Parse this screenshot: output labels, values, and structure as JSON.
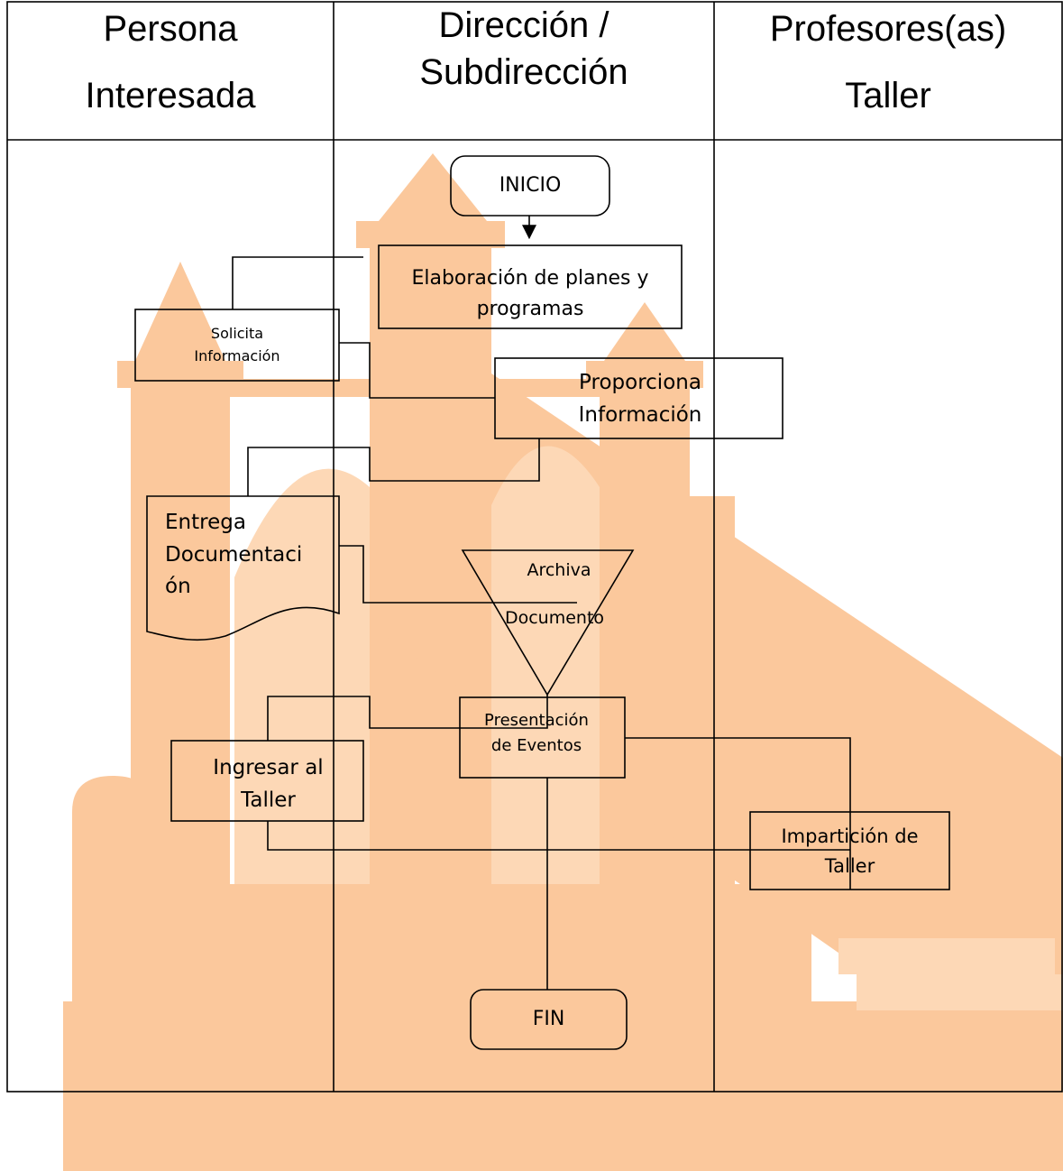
{
  "colors": {
    "watermark_fill": "#fbc89c",
    "watermark_light": "#fdd8b6",
    "watermark_dark": "#f3ad76",
    "line": "#000000",
    "background": "#ffffff"
  },
  "header": {
    "lane_1": [
      "Persona",
      "Interesada"
    ],
    "lane_2": [
      "Dirección /",
      "Subdirección"
    ],
    "lane_3": [
      "Profesores(as)",
      "Taller"
    ]
  },
  "nodes": {
    "inicio": [
      "INICIO"
    ],
    "elaboracion": [
      "Elaboración de planes y",
      "programas"
    ],
    "solicita": [
      "Solicita",
      "Información"
    ],
    "proporciona": [
      "Proporciona",
      "Información"
    ],
    "entrega": [
      "Entrega",
      "Documentaci",
      "ón"
    ],
    "archiva": [
      "Archiva",
      "Documento"
    ],
    "ingresar": [
      "Ingresar al",
      "Taller"
    ],
    "imparticion": [
      "Impartición de",
      "Taller"
    ],
    "presentacion": [
      "Presentación",
      "de Eventos"
    ],
    "fin": [
      "FIN"
    ]
  },
  "watermark": "building-illustration"
}
